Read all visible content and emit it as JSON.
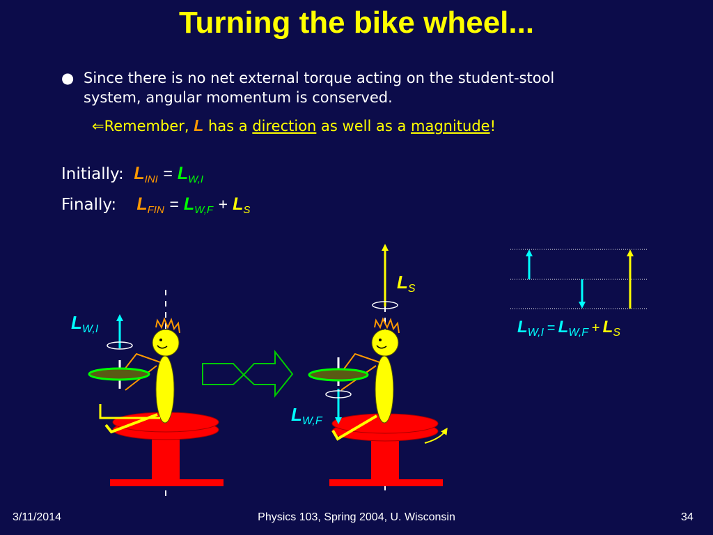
{
  "title": "Turning the bike wheel...",
  "bullet": {
    "symbol": "●",
    "text": "Since there is no net external torque acting on the student-stool system, angular momentum is conserved."
  },
  "remember": {
    "arrow": "⇐",
    "part1": "Remember, ",
    "L": "L",
    "part2": " has a ",
    "direction": "direction",
    "part3": " as well as a ",
    "magnitude": "magnitude",
    "part4": "!"
  },
  "initially": {
    "label": "Initially:",
    "L1": "L",
    "sub1": "INI",
    "eq": "=",
    "L2": "L",
    "sub2": "W,I"
  },
  "finally": {
    "label": "Finally:",
    "L1": "L",
    "sub1": "FIN",
    "eq": "=",
    "L2": "L",
    "sub2": "W,F",
    "plus": "+",
    "L3": "L",
    "sub3": "S"
  },
  "diagram_labels": {
    "lwi": {
      "L": "L",
      "sub": "W,I"
    },
    "ls": {
      "L": "L",
      "sub": "S"
    },
    "lwf": {
      "L": "L",
      "sub": "W,F"
    },
    "vector_sum": {
      "L1": "L",
      "sub1": "W,I",
      "eq": "=",
      "L2": "L",
      "sub2": "W,F",
      "plus": "+",
      "L3": "L",
      "sub3": "S"
    }
  },
  "colors": {
    "background": "#0c0c4a",
    "title": "#ffff00",
    "L_total": "#ff9900",
    "L_wheel": "#00ffff",
    "L_stool": "#ffff00",
    "stool": "#ff0000",
    "arrow_outline": "#00cc00"
  },
  "footer": {
    "date": "3/11/2014",
    "course": "Physics 103, Spring 2004, U. Wisconsin",
    "page": "34"
  }
}
